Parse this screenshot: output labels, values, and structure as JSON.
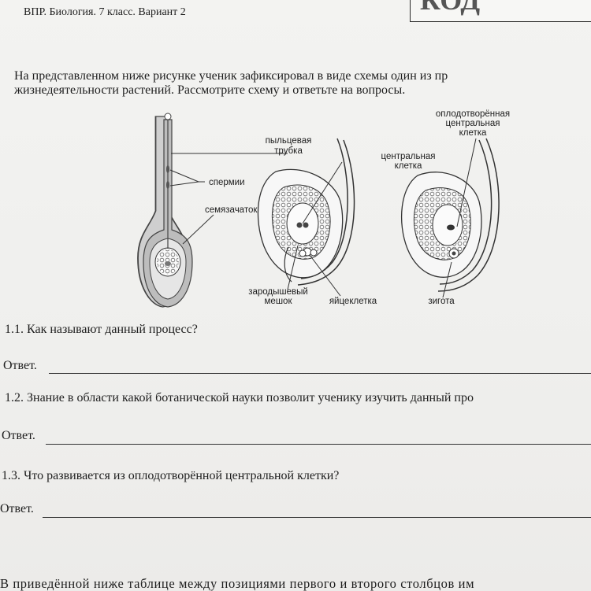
{
  "header": {
    "variant": "ВПР. Биология. 7 класс. Вариант 2",
    "code_label": "КОД"
  },
  "intro": {
    "line1": "На представленном ниже рисунке ученик зафиксировал в виде схемы один из пр",
    "line2": "жизнедеятельности растений. Рассмотрите схему и ответьте на вопросы."
  },
  "figure": {
    "pollen_tube": [
      "пыльцевая",
      "трубка"
    ],
    "sperm": "спермии",
    "ovule": "семязачаток",
    "central_cell": [
      "центральная",
      "клетка"
    ],
    "fertilized_central_cell": [
      "оплодотворённая",
      "центральная",
      "клетка"
    ],
    "embryo_sac": [
      "зародышевый",
      "мешок"
    ],
    "egg_cell": "яйцеклетка",
    "zygote": "зигота"
  },
  "questions": [
    {
      "text": "1.1. Как называют данный процесс?",
      "answer_label": "Ответ."
    },
    {
      "text": "1.2. Знание в области какой ботанической науки позволит ученику изучить данный про",
      "answer_label": "Ответ."
    },
    {
      "text": "1.3. Что развивается из оплодотворённой центральной клетки?",
      "answer_label": "Ответ."
    }
  ],
  "bottom_text": "В приведённой ниже таблице между позициями первого и второго столбцов им"
}
